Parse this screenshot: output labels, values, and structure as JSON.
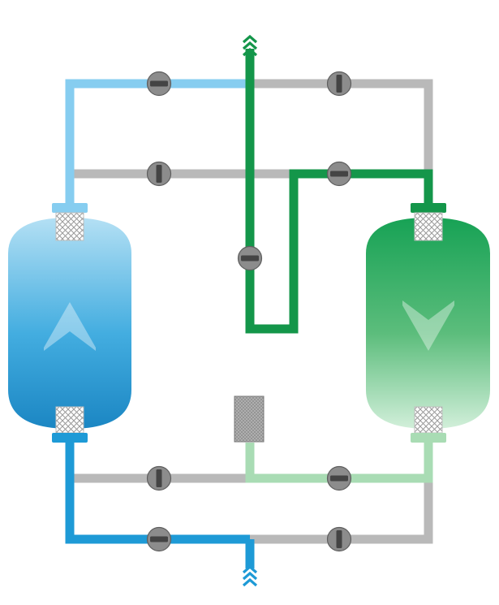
{
  "diagram": {
    "kind": "twin-tower adsorption dryer flow schematic",
    "colors": {
      "inactive_pipe": "#b9b9b9",
      "wet_inlet_pipe": "#1e9ad6",
      "wet_light_pipe": "#86cdf0",
      "dry_outlet_pipe": "#14964a",
      "regen_light_pipe": "#a9dcb4",
      "valve_body": "#8c8c8c",
      "valve_stem": "#444444",
      "left_tower_top": "#b4e0f4",
      "left_tower_bottom": "#1b86c3",
      "right_tower_top": "#17a255",
      "right_tower_bottom": "#cfeed8"
    },
    "towers": [
      {
        "name": "left-adsorber-tower",
        "state": "drying",
        "arrow": "up"
      },
      {
        "name": "right-adsorber-tower",
        "state": "regenerating",
        "arrow": "down"
      }
    ],
    "valves": [
      {
        "name": "valve-top-left",
        "state": "open"
      },
      {
        "name": "valve-top-right",
        "state": "closed"
      },
      {
        "name": "valve-upper-mid-left",
        "state": "closed"
      },
      {
        "name": "valve-upper-mid-right",
        "state": "open"
      },
      {
        "name": "valve-center-vertical",
        "state": "open"
      },
      {
        "name": "valve-lower-mid-left",
        "state": "closed"
      },
      {
        "name": "valve-lower-mid-right",
        "state": "open"
      },
      {
        "name": "valve-bottom-left",
        "state": "open"
      },
      {
        "name": "valve-bottom-right",
        "state": "closed"
      }
    ],
    "silencer": {
      "name": "exhaust-silencer"
    },
    "flow_markers": [
      {
        "name": "outlet-flow-arrows",
        "direction": "up"
      },
      {
        "name": "inlet-flow-arrows",
        "direction": "up"
      }
    ]
  }
}
